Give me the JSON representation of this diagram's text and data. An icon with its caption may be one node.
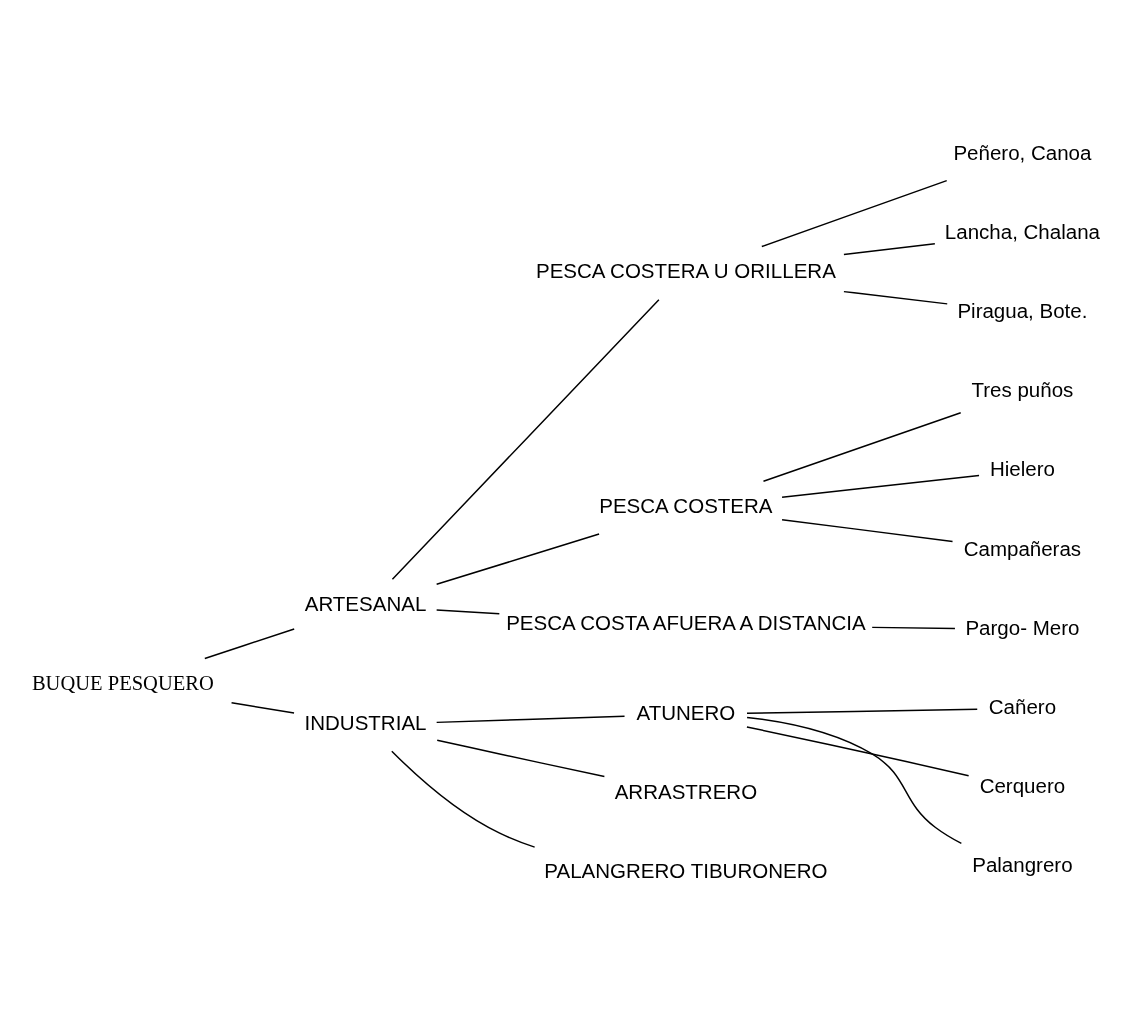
{
  "diagram": {
    "nodes": [
      {
        "text": [
          "BUQUE PESQUERO"
        ]
      },
      {
        "text": [
          "ARTESANAL"
        ]
      },
      {
        "text": [
          "PESCA COSTERA U ORILLERA"
        ]
      },
      {
        "text": [
          "Peñero, Canoa"
        ]
      },
      {
        "text": [
          "Lancha, Chalana"
        ]
      },
      {
        "text": [
          "Piragua, Bote."
        ]
      },
      {
        "text": [
          "PESCA COSTERA"
        ]
      },
      {
        "text": [
          "Tres puños"
        ]
      },
      {
        "text": [
          "Hielero"
        ]
      },
      {
        "text": [
          "Campañeras"
        ]
      },
      {
        "text": [
          "PESCA COSTA AFUERA A DISTANCIA"
        ]
      },
      {
        "text": [
          "Pargo- Mero"
        ]
      },
      {
        "text": [
          "INDUSTRIAL"
        ]
      },
      {
        "text": [
          "ATUNERO"
        ]
      },
      {
        "text": [
          "Cañero"
        ]
      },
      {
        "text": [
          "Cerquero"
        ]
      },
      {
        "text": [
          "Palangrero"
        ]
      },
      {
        "text": [
          "ARRASTRERO"
        ]
      },
      {
        "text": [
          "PALANGRERO TIBURONERO"
        ]
      }
    ],
    "edges": [
      {
        "from": 0,
        "to": 1,
        "arrow": "none"
      },
      {
        "from": 0,
        "to": 12,
        "arrow": "none"
      },
      {
        "from": 1,
        "to": 2,
        "arrow": "none"
      },
      {
        "from": 1,
        "to": 6,
        "arrow": "none"
      },
      {
        "from": 1,
        "to": 10,
        "arrow": "none"
      },
      {
        "from": 2,
        "to": 3,
        "arrow": "none"
      },
      {
        "from": 2,
        "to": 4,
        "arrow": "none"
      },
      {
        "from": 2,
        "to": 5,
        "arrow": "none"
      },
      {
        "from": 6,
        "to": 7,
        "arrow": "none"
      },
      {
        "from": 6,
        "to": 8,
        "arrow": "none"
      },
      {
        "from": 6,
        "to": 9,
        "arrow": "none"
      },
      {
        "from": 10,
        "to": 11,
        "arrow": "none"
      },
      {
        "from": 12,
        "to": 13,
        "arrow": "none"
      },
      {
        "from": 12,
        "to": 17,
        "arrow": "none"
      },
      {
        "from": 12,
        "to": 18,
        "arrow": "none"
      },
      {
        "from": 13,
        "to": 14,
        "arrow": "none"
      },
      {
        "from": 13,
        "to": 15,
        "arrow": "none"
      },
      {
        "from": 13,
        "to": 16,
        "arrow": "none"
      }
    ]
  }
}
